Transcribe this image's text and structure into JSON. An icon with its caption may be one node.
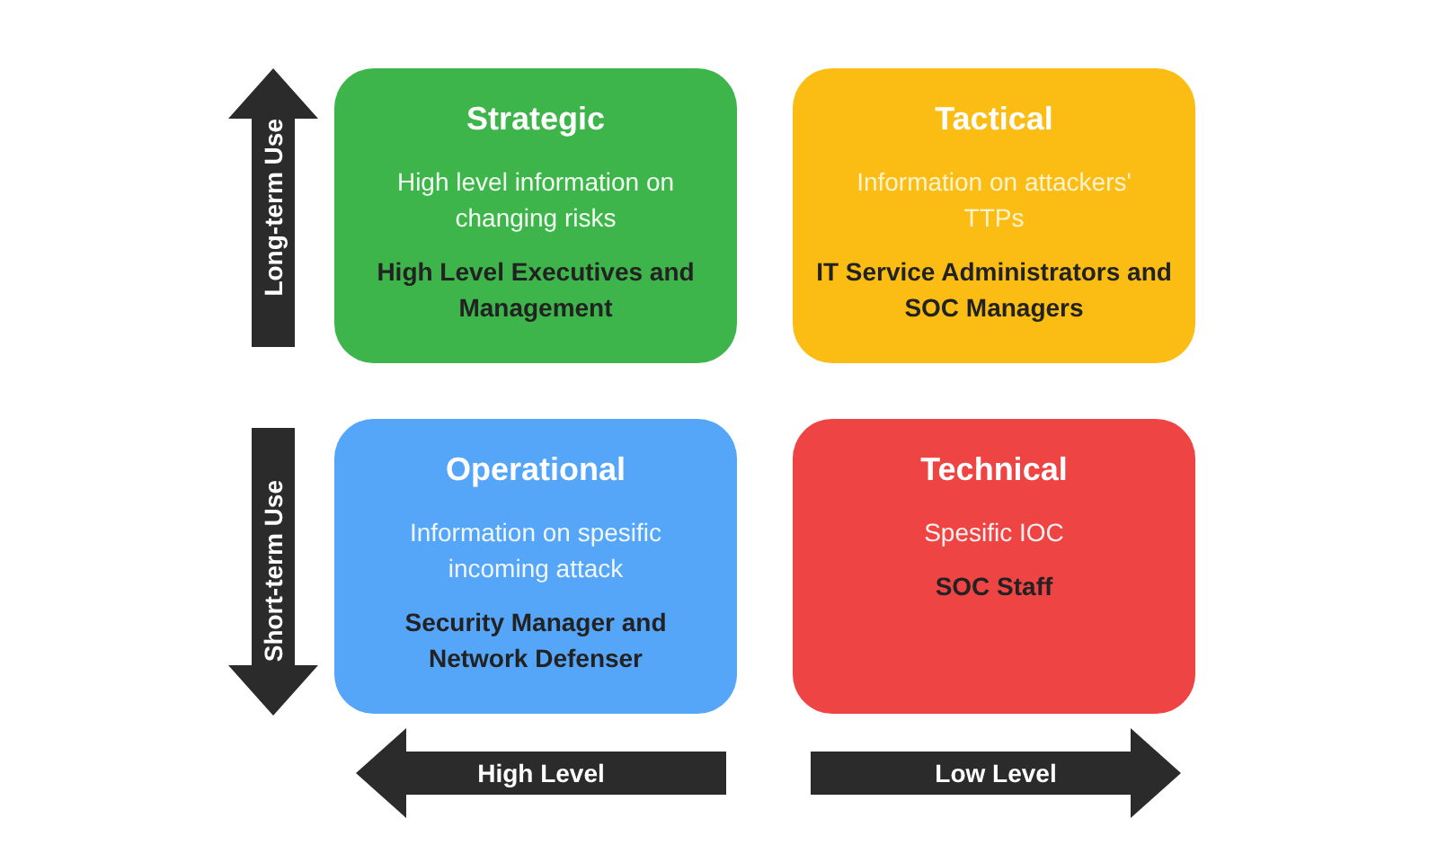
{
  "diagram": {
    "nodes": [
      {
        "text": [
          "Strategic",
          "High level information on changing risks",
          "High Level Executives and Management"
        ]
      },
      {
        "text": [
          "Tactical",
          "Information on attackers' TTPs",
          "IT Service Administrators and SOC Managers"
        ]
      },
      {
        "text": [
          "Operational",
          "Information on spesific incoming attack",
          "Security Manager and Network Defenser"
        ]
      },
      {
        "text": [
          "Technical",
          "Spesific IOC",
          "SOC Staff"
        ]
      }
    ],
    "edges": [],
    "labels": [
      "Long-term Use",
      "Short-term Use",
      "High Level",
      "Low Level"
    ]
  }
}
